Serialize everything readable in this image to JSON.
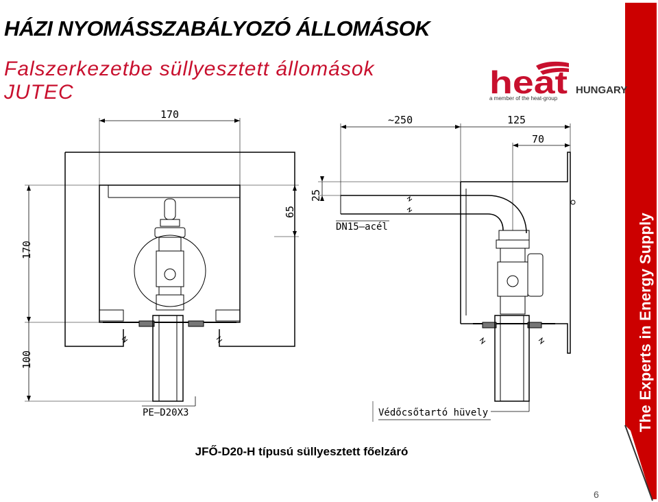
{
  "header": {
    "title": "HÁZI NYOMÁSSZABÁLYOZÓ ÁLLOMÁSOK",
    "subtitle_line1": "Falszerkezetbe süllyesztett állomások",
    "subtitle_line2": "JUTEC"
  },
  "logo": {
    "brand": "heat",
    "tagline": "a member of the heat-group",
    "country": "HUNGARY"
  },
  "sidebar": {
    "text": "The Experts in Energy Supply"
  },
  "drawing": {
    "dims": {
      "width_170": "170",
      "height_170": "170",
      "height_100": "100",
      "height_65": "65",
      "height_25": "25",
      "approx_250": "~250",
      "width_125": "125",
      "width_70": "70"
    },
    "labels": {
      "pipe": "DN15–acél",
      "inlet": "PE–D20X3",
      "sleeve": "Védőcsőtartó hüvely"
    }
  },
  "caption": "JFŐ-D20-H típusú süllyesztett főelzáró",
  "footer": {
    "page_number": "6"
  },
  "colors": {
    "brand_red": "#c8102e",
    "sidebar_red": "#cc0000"
  }
}
